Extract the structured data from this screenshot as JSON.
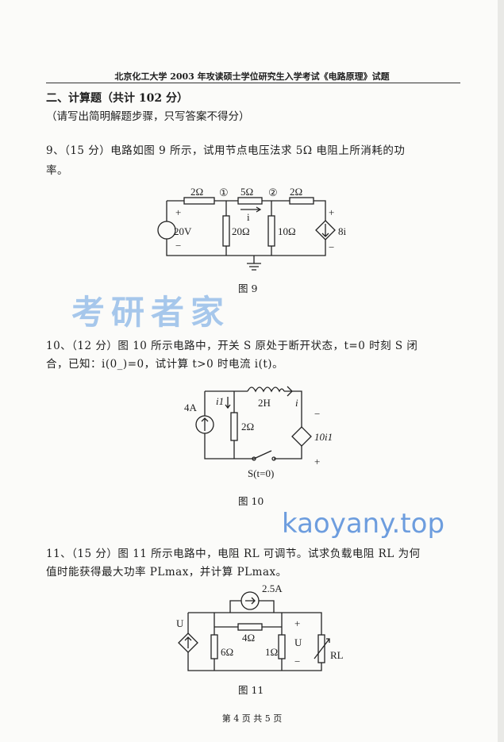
{
  "header": "北京化工大学 2003 年攻读硕士学位研究生入学考试《电路原理》试题",
  "section": {
    "title": "二、计算题（共计 102 分）",
    "note": "（请写出简明解题步骤，只写答案不得分）"
  },
  "questions": [
    {
      "line1": "9、（15 分）电路如图 9 所示，试用节点电压法求 5Ω 电阻上所消耗的功",
      "line2": "率。",
      "caption": "图 9",
      "labels": {
        "r1": "2Ω",
        "n1": "①",
        "r2": "5Ω",
        "n2": "②",
        "r3": "2Ω",
        "i": "i",
        "vs": "20V",
        "r4": "20Ω",
        "r5": "10Ω",
        "dep": "8i",
        "plus": "+",
        "minus": "−"
      }
    },
    {
      "line1": "10、（12 分）图 10 所示电路中，开关 S 原处于断开状态，t=0 时刻 S 闭",
      "line2": "合，已知：i(0_)=0，试计算 t>0 时电流 i(t)。",
      "caption": "图 10",
      "labels": {
        "is": "4A",
        "i1": "i1",
        "r": "2Ω",
        "l": "2H",
        "i": "i",
        "dep": "10i1",
        "sw": "S(t=0)",
        "plus": "+",
        "minus": "−"
      }
    },
    {
      "line1": "11、（15 分）图 11 所示电路中，电阻 RL 可调节。试求负载电阻 RL 为何",
      "line2": "值时能获得最大功率 PLmax，并计算 PLmax。",
      "caption": "图 11",
      "labels": {
        "u_dep": "U",
        "is": "2.5A",
        "r6": "6Ω",
        "r4": "4Ω",
        "r1": "1Ω",
        "u": "U",
        "rl": "RL",
        "plus": "+",
        "minus": "−"
      }
    }
  ],
  "footer": "第 4 页  共 5 页",
  "watermark": {
    "chars": "考研者家",
    "site": "kaoyany.top",
    "color": "#6fa6e3"
  }
}
